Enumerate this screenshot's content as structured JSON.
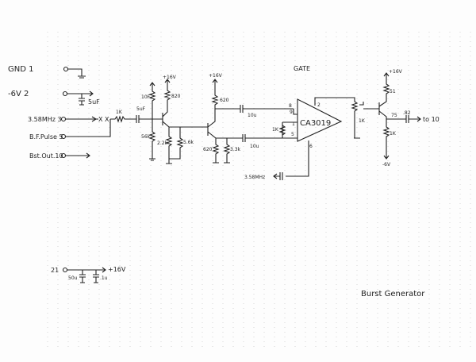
{
  "connectors": {
    "gnd": "GND 1",
    "neg6v": "-6V  2",
    "input358": "3.58MHz 3",
    "bfpulse": "B.F.Pulse  5",
    "bstout": "Bst.Out.10",
    "pin21": "21"
  },
  "components": {
    "c_neg6": "5uF",
    "r_in": "1K",
    "c_in": "5uF",
    "r_top1": "10F",
    "r_bot1": "56k",
    "r_c1": "820",
    "r_e1": "2.2k",
    "r_e1b": "5.6k",
    "r_c2": "620",
    "r_e2": "620",
    "r_e2b": "3.3k",
    "c_gate1": "10u",
    "c_gate2": "10u",
    "r_gate": "1K",
    "ic": "CA3019",
    "pin8": "8",
    "pin9": "9",
    "pin1": "1",
    "pin5": "5",
    "pin2": "2",
    "pin6": "6",
    "gate_input": "3.58MHz",
    "pot": "1K",
    "r_c3": "51",
    "r_out": "75",
    "c_out": ".82",
    "r_e3": "1K",
    "out": "to 10",
    "c_21a": "50u",
    "c_21b": ".1u"
  },
  "rails": {
    "v16_a": "+16V",
    "v16_b": "+16V",
    "v16_c": "+16V",
    "v16_21": "+16V",
    "neg6_out": "-6V"
  },
  "labels": {
    "gate": "GATE",
    "title": "Burst Generator",
    "xx": "X X"
  }
}
